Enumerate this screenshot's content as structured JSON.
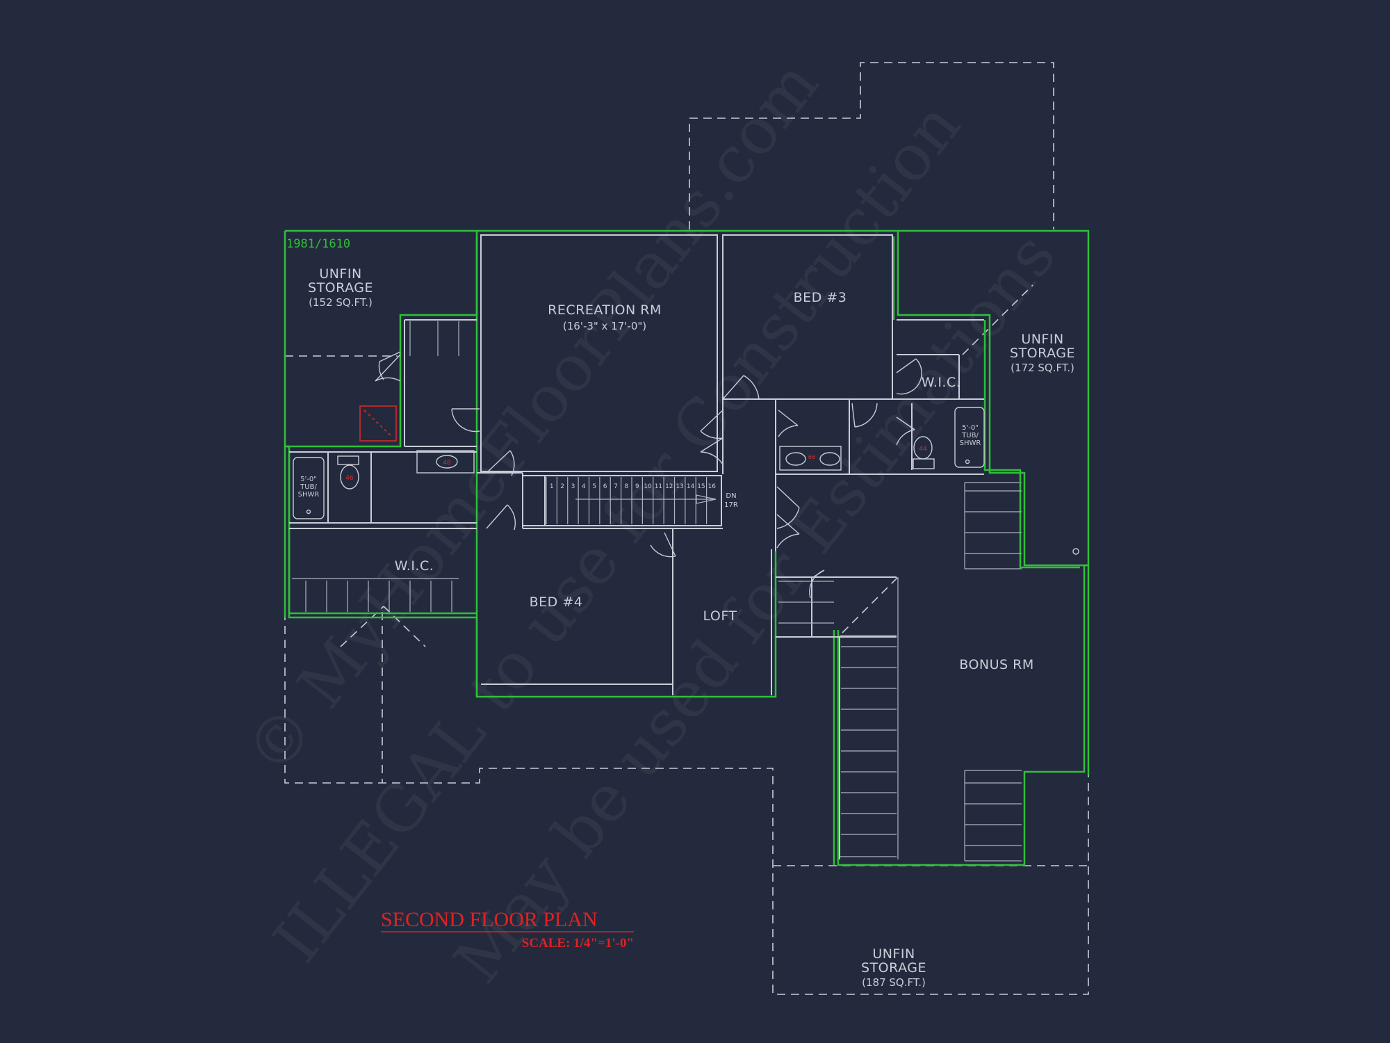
{
  "title": {
    "main": "SECOND FLOOR PLAN",
    "scale": "SCALE: 1/4\"=1'-0\""
  },
  "code_mark": "1981/1610",
  "rooms": {
    "unfin_storage_nw": {
      "name": "UNFIN",
      "line2": "STORAGE",
      "area": "(152 SQ.FT.)"
    },
    "recreation_rm": {
      "name": "RECREATION RM",
      "dims": "(16'-3\" x 17'-0\")"
    },
    "bed3": {
      "name": "BED #3"
    },
    "unfin_storage_ne": {
      "name": "UNFIN",
      "line2": "STORAGE",
      "area": "(172 SQ.FT.)"
    },
    "wic_ne": {
      "name": "W.I.C."
    },
    "wic_sw": {
      "name": "W.I.C."
    },
    "bed4": {
      "name": "BED #4"
    },
    "loft": {
      "name": "LOFT"
    },
    "bonus_rm": {
      "name": "BONUS RM"
    },
    "unfin_storage_s": {
      "name": "UNFIN",
      "line2": "STORAGE",
      "area": "(187 SQ.FT.)"
    }
  },
  "tub_w": {
    "l1": "5'-0\"",
    "l2": "TUB/",
    "l3": "SHWR"
  },
  "tub_e": {
    "l1": "5'-0\"",
    "l2": "TUB/",
    "l3": "SHWR"
  },
  "stair": {
    "steps": [
      "1",
      "2",
      "3",
      "4",
      "5",
      "6",
      "7",
      "8",
      "9",
      "10",
      "11",
      "12",
      "13",
      "14",
      "15",
      "16"
    ],
    "direction": "DN",
    "risers": "17R"
  },
  "watermark": {
    "line1": "© MyHomeFloorPlans.com",
    "line2": "ILLEGAL to use for Construction",
    "line3": "May be used for Estimations"
  },
  "colors": {
    "background": "#242a3d",
    "exterior_wall": "#2fbf3a",
    "linework": "#c9cdd8",
    "title": "#e02222"
  }
}
